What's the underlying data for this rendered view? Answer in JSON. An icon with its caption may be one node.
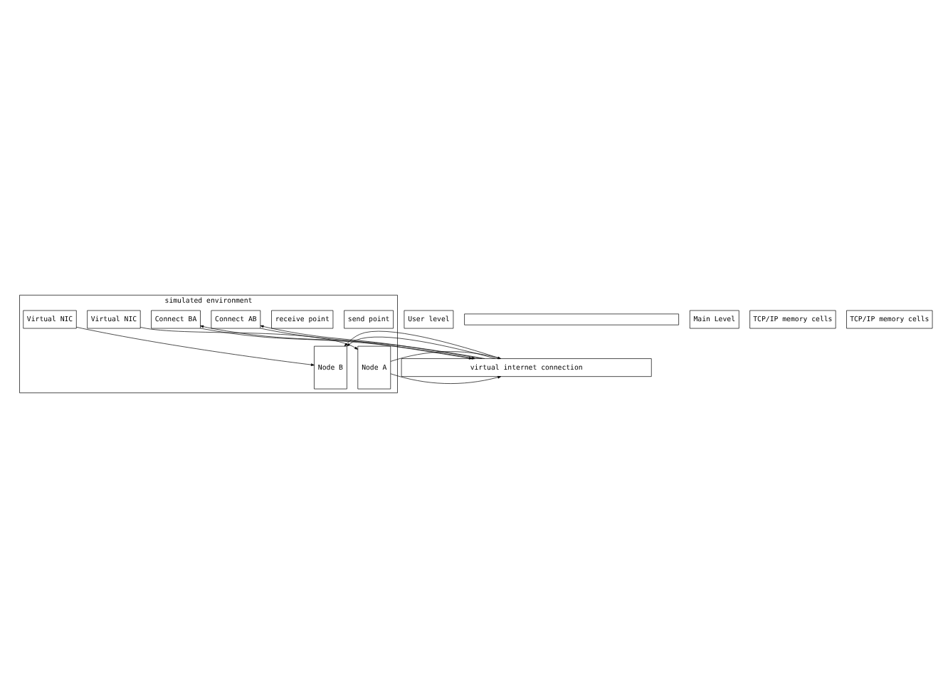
{
  "diagram": {
    "nodes": [
      {
        "text": [
          "simulated environment"
        ]
      },
      {
        "text": [
          "send point"
        ],
        "in": 0
      },
      {
        "text": [
          "receive point"
        ],
        "in": 0
      },
      {
        "text": [
          "Virtual NIC"
        ],
        "in": 0
      },
      {
        "text": [
          "Node A"
        ],
        "in": 0
      },
      {
        "text": [
          "Connect AB"
        ],
        "in": 0
      },
      {
        "text": [
          "Connect BA"
        ],
        "in": 0
      },
      {
        "text": [
          "Node B"
        ],
        "in": 0
      },
      {
        "text": [
          "Virtual NIC"
        ],
        "in": 0
      },
      {
        "text": [
          "User level"
        ]
      },
      {
        "text": [],
        "shape": "bar"
      },
      {
        "text": [
          "Main Level"
        ]
      },
      {
        "text": [
          "TCP/IP memory cells"
        ]
      },
      {
        "text": [
          "TCP/IP memory cells"
        ]
      },
      {
        "text": [
          "virtual internet connection"
        ]
      }
    ],
    "edges": [
      {
        "from": 3,
        "to": 4,
        "arrow": "to"
      },
      {
        "from": 8,
        "to": 7,
        "arrow": "to"
      },
      {
        "from": 4,
        "to": 14,
        "arrow": "to"
      },
      {
        "from": 4,
        "to": 14,
        "arrow": "to"
      },
      {
        "from": 14,
        "to": 5,
        "arrow": "to"
      },
      {
        "from": 14,
        "to": 6,
        "arrow": "to"
      },
      {
        "from": 6,
        "to": 14,
        "arrow": "to"
      },
      {
        "from": 5,
        "to": 14,
        "arrow": "to"
      },
      {
        "from": 14,
        "to": 7,
        "arrow": "to"
      },
      {
        "from": 14,
        "to": 7,
        "arrow": "to"
      }
    ]
  }
}
